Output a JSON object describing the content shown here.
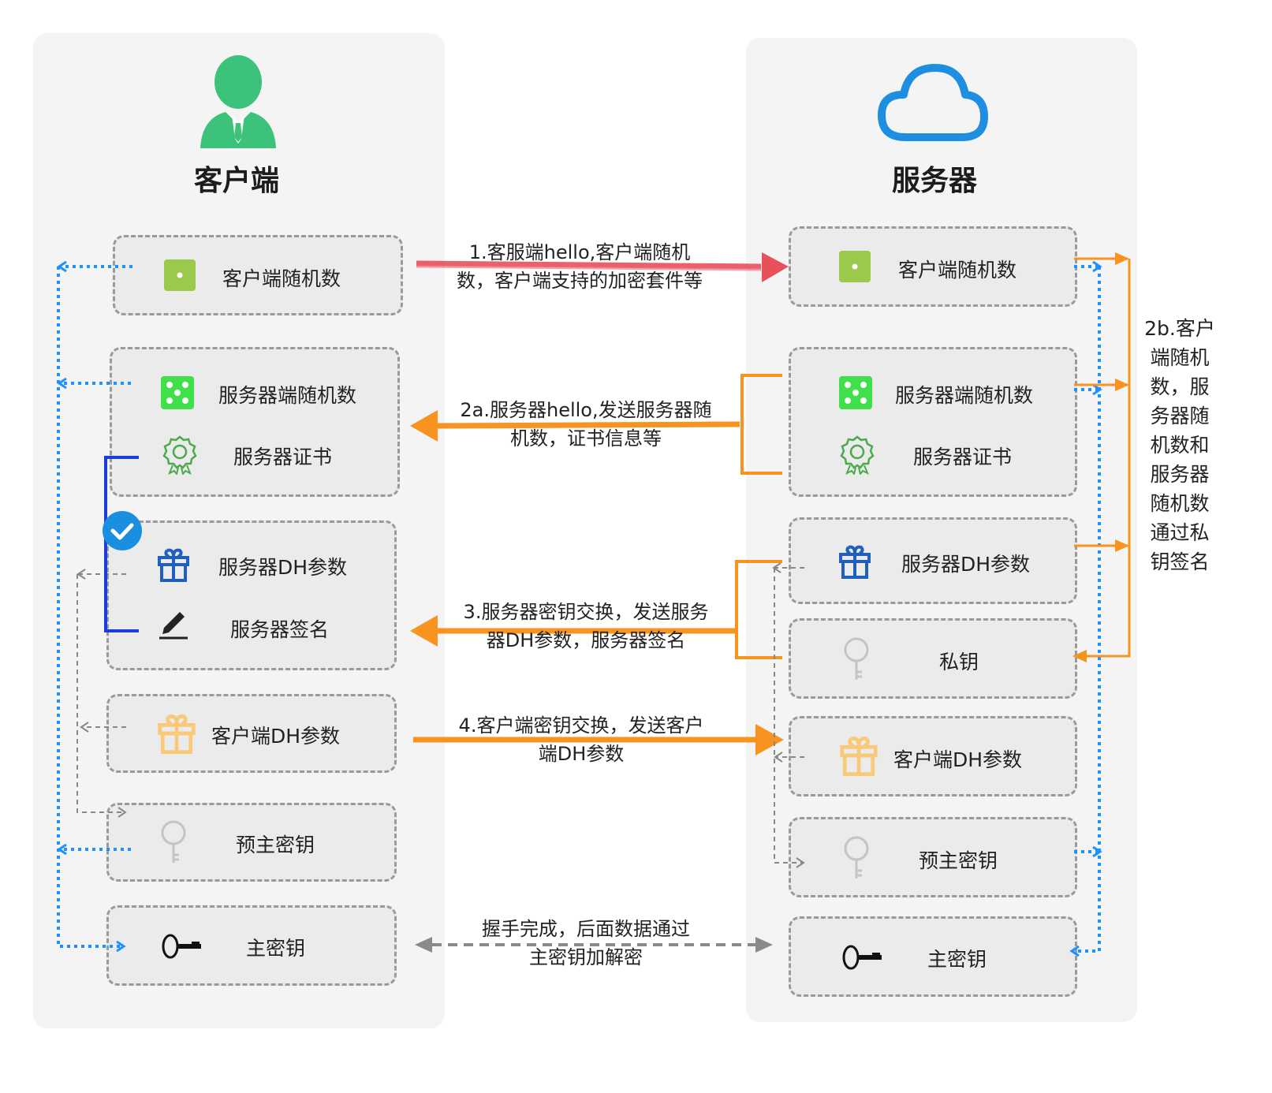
{
  "client": {
    "title": "客户端",
    "items": {
      "client_random": "客户端随机数",
      "server_random": "服务器端随机数",
      "server_cert": "服务器证书",
      "server_dh": "服务器DH参数",
      "server_sig": "服务器签名",
      "client_dh": "客户端DH参数",
      "premaster": "预主密钥",
      "master": "主密钥"
    }
  },
  "server": {
    "title": "服务器",
    "items": {
      "client_random": "客户端随机数",
      "server_random": "服务器端随机数",
      "server_cert": "服务器证书",
      "server_dh": "服务器DH参数",
      "private_key": "私钥",
      "client_dh": "客户端DH参数",
      "premaster": "预主密钥",
      "master": "主密钥"
    }
  },
  "messages": {
    "m1": [
      "1.客服端hello,客户端随机",
      "数，客户端支持的加密套件等"
    ],
    "m2a": [
      "2a.服务器hello,发送服务器随",
      "机数，证书信息等"
    ],
    "m3": [
      "3.服务器密钥交换，发送服务",
      "器DH参数，服务器签名"
    ],
    "m4": [
      "4.客户端密钥交换，发送客户",
      "端DH参数"
    ],
    "m5": [
      "握手完成，后面数据通过",
      "主密钥加解密"
    ]
  },
  "side_note": [
    "2b.客户",
    "端随机",
    "数，服",
    "务器随",
    "机数和",
    "服务器",
    "随机数",
    "通过私",
    "钥签名"
  ],
  "colors": {
    "client_icon": "#3cc27a",
    "cloud_icon": "#1e8fe0",
    "msg1": "#e8505b",
    "msg_orange": "#f7931e",
    "derive_blue": "#1e90ff",
    "verify_blue": "#1a3de0",
    "gray_dash": "#888888"
  },
  "icons": {
    "client": "user-icon",
    "server": "cloud-icon",
    "client_random": "dice-one-icon",
    "server_random": "dice-five-icon",
    "cert": "certificate-badge-icon",
    "dh_server": "gift-blue-icon",
    "signature": "pen-icon",
    "dh_client": "gift-yellow-icon",
    "private_key": "key-outline-icon",
    "premaster": "key-outline-icon",
    "master": "key-black-icon",
    "verified": "check-badge-icon"
  }
}
